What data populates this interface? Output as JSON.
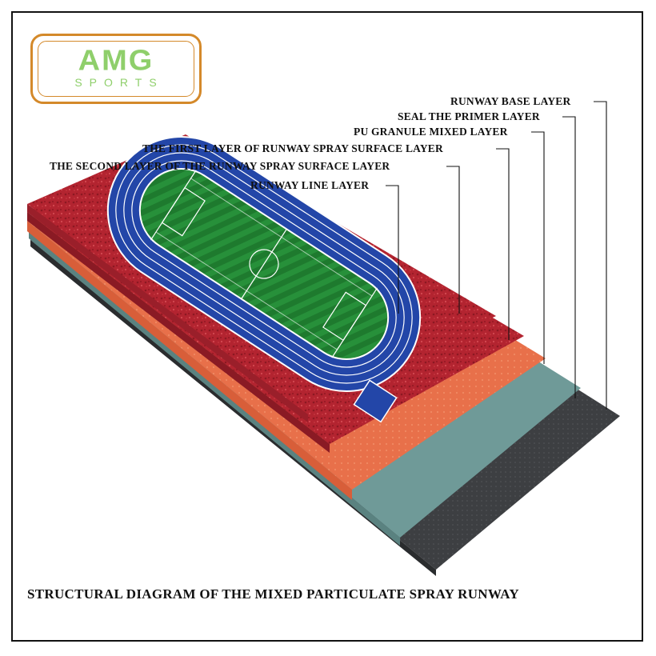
{
  "logo": {
    "main": "AMG",
    "sub": "SPORTS"
  },
  "labels": {
    "base": "RUNWAY BASE LAYER",
    "primer": "SEAL THE PRIMER LAYER",
    "pu": "PU GRANULE MIXED LAYER",
    "first_spray": "THE FIRST LAYER OF RUNWAY SPRAY SURFACE LAYER",
    "second_spray": "THE SECOND LAYER OF THE RUNWAY SPRAY SURFACE LAYER",
    "line": "RUNWAY LINE LAYER"
  },
  "caption": "STRUCTURAL DIAGRAM OF THE MIXED PARTICULATE SPRAY RUNWAY",
  "colors": {
    "base": "#3d3f42",
    "primer": "#6f9a98",
    "pu": "#e8704a",
    "spray": "#b32430",
    "track_blue": "#2346a8",
    "field_green": "#1e7a2e",
    "logo_green": "#8fcf6b",
    "logo_orange": "#d4892a"
  }
}
